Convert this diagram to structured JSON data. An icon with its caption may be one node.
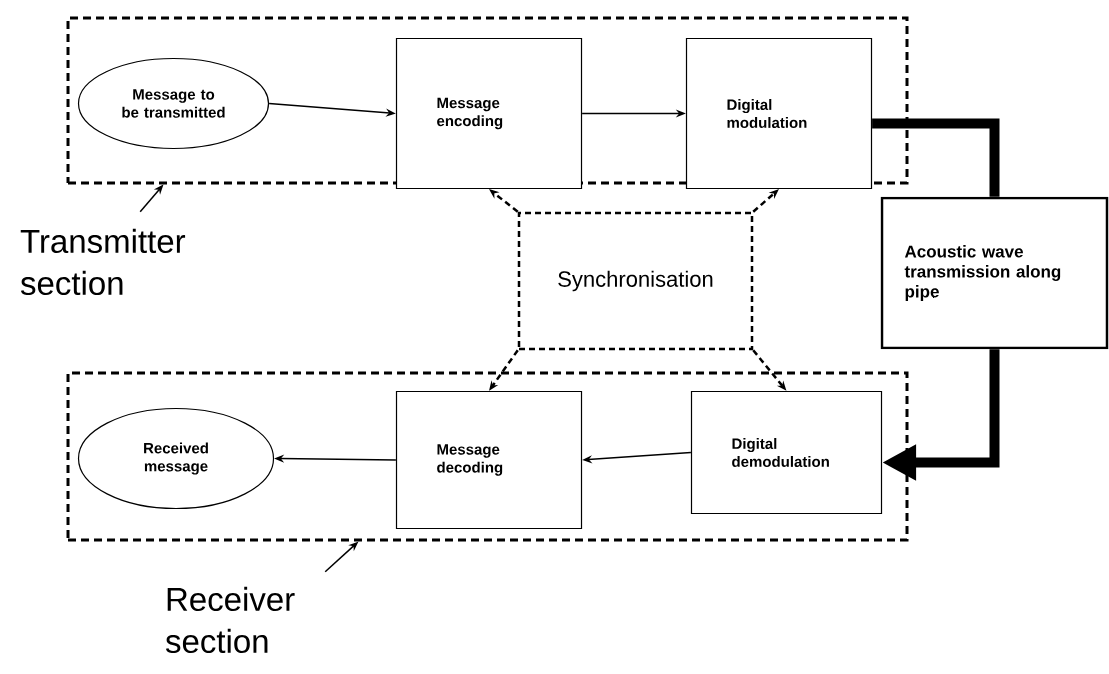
{
  "diagram": {
    "nodes": [
      {
        "text": [],
        "shape": "box"
      },
      {
        "text": [
          "Message to be transmitted"
        ],
        "in": 0
      },
      {
        "text": [
          "Message encoding"
        ],
        "in": 0
      },
      {
        "text": [
          "Digital modulation"
        ],
        "in": 0
      },
      {
        "text": [
          "Synchronisation"
        ]
      },
      {
        "text": [
          "Acoustic wave transmission along pipe"
        ]
      },
      {
        "text": [],
        "shape": "box"
      },
      {
        "text": [
          "Received message"
        ],
        "in": 6
      },
      {
        "text": [
          "Message decoding"
        ],
        "in": 6
      },
      {
        "text": [
          "Digital demodulation"
        ],
        "in": 6
      },
      {
        "text": [
          "Transmitter section"
        ]
      },
      {
        "text": [
          "Receiver section"
        ]
      }
    ],
    "edges": [
      {
        "from": 1,
        "to": 2,
        "arrow": "to"
      },
      {
        "from": 2,
        "to": 3,
        "arrow": "to"
      },
      {
        "from": 4,
        "to": 2,
        "arrow": "to",
        "style": "dashed"
      },
      {
        "from": 4,
        "to": 3,
        "arrow": "to",
        "style": "dashed"
      },
      {
        "from": 4,
        "to": 8,
        "arrow": "to",
        "style": "dashed"
      },
      {
        "from": 4,
        "to": 9,
        "arrow": "to",
        "style": "dashed"
      },
      {
        "from": 3,
        "to": 5,
        "arrow": "none",
        "style": "thick"
      },
      {
        "from": 5,
        "to": 9,
        "arrow": "to",
        "style": "thick"
      },
      {
        "from": 9,
        "to": 8,
        "arrow": "to"
      },
      {
        "from": 8,
        "to": 7,
        "arrow": "to"
      },
      {
        "from": 10,
        "to": 0,
        "arrow": "to"
      },
      {
        "from": 11,
        "to": 6,
        "arrow": "to"
      }
    ]
  }
}
